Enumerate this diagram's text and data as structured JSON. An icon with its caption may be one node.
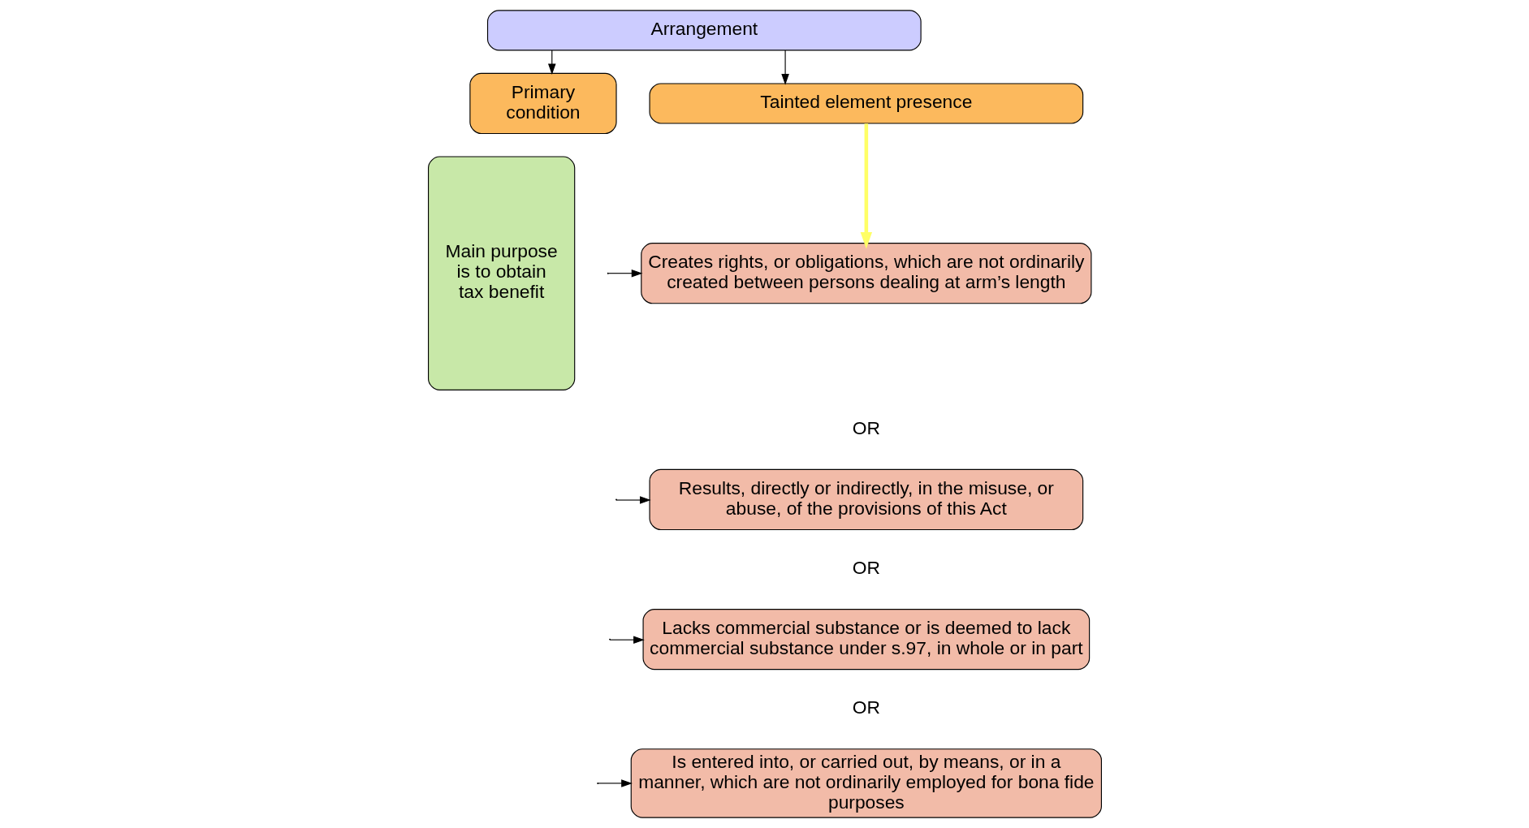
{
  "diagram": {
    "nodes": [
      {
        "text": [
          "Arrangement"
        ]
      },
      {
        "text": [
          "Primary condition"
        ]
      },
      {
        "text": [
          "Main purpose is to obtain tax benefit"
        ]
      },
      {
        "text": [
          "Tainted element presence"
        ]
      },
      {
        "text": [
          "Creates rights, or obligations, which are not ordinarily created between persons dealing at arm’s length"
        ]
      },
      {
        "text": [
          "Results, directly or indirectly, in the misuse, or abuse, of the provisions of this Act"
        ]
      },
      {
        "text": [
          "Lacks commercial substance or is deemed to lack commercial substance under s.97, in whole or in part"
        ]
      },
      {
        "text": [
          "Is entered into, or carried out, by means, or in a manner, which are not ordinarily employed for bona fide purposes"
        ]
      }
    ],
    "edges": [
      {
        "from": 0,
        "to": 1,
        "arrow": "to"
      },
      {
        "from": 0,
        "to": 3,
        "arrow": "to"
      },
      {
        "from": 3,
        "to": 4,
        "arrow": "to",
        "style": "thick",
        "color": "#ffff66"
      },
      {
        "from": null,
        "to": 4,
        "arrow": "to"
      },
      {
        "from": null,
        "to": 5,
        "arrow": "to"
      },
      {
        "from": null,
        "to": 6,
        "arrow": "to"
      },
      {
        "from": null,
        "to": 7,
        "arrow": "to"
      }
    ],
    "labels": [
      "OR",
      "OR",
      "OR"
    ]
  }
}
